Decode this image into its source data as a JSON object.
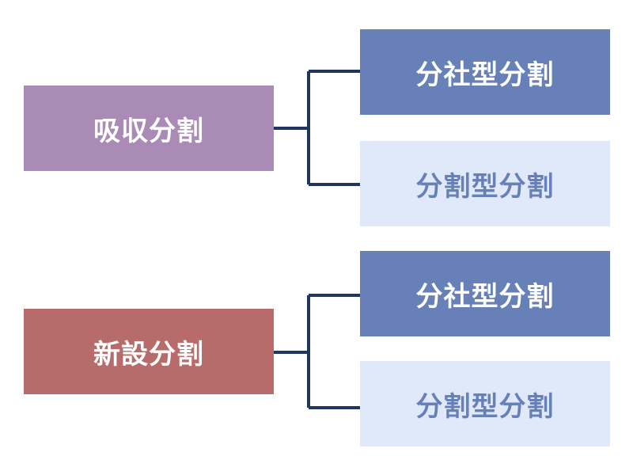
{
  "groups": [
    {
      "root": {
        "label": "吸収分割",
        "color": "#a98bb5"
      },
      "children": [
        {
          "label": "分社型分割",
          "bg": "#6781b8",
          "fg": "#ffffff"
        },
        {
          "label": "分割型分割",
          "bg": "#dfe9f9",
          "fg": "#6781b8"
        }
      ]
    },
    {
      "root": {
        "label": "新設分割",
        "color": "#b86b6b"
      },
      "children": [
        {
          "label": "分社型分割",
          "bg": "#6781b8",
          "fg": "#ffffff"
        },
        {
          "label": "分割型分割",
          "bg": "#dfe9f9",
          "fg": "#6781b8"
        }
      ]
    }
  ],
  "connector_color": "#1f3560"
}
